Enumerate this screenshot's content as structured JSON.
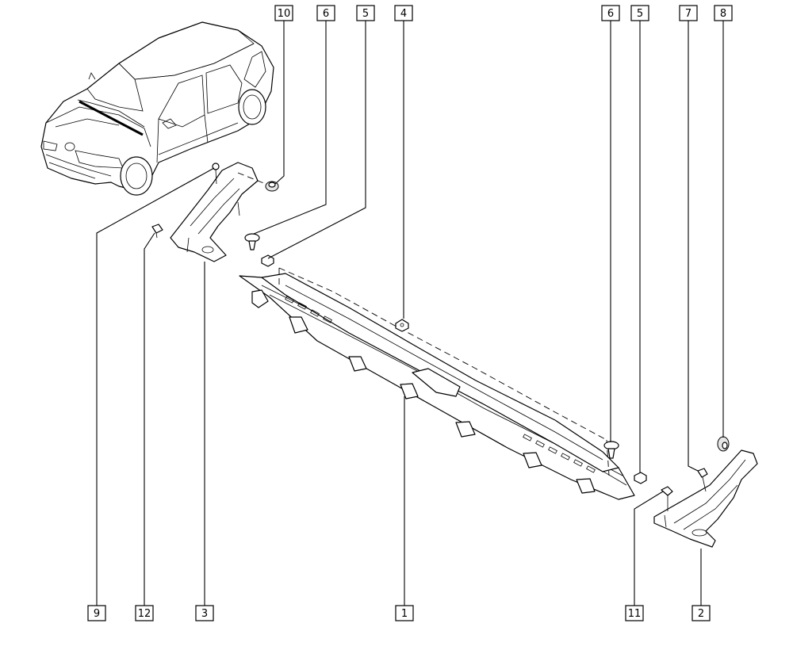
{
  "callouts": {
    "c10_top": "10",
    "c6_top_left": "6",
    "c5_top_left": "5",
    "c4_top": "4",
    "c6_top_right": "6",
    "c5_top_right": "5",
    "c7_top": "7",
    "c8_top": "8",
    "c9_bottom": "9",
    "c12_bottom": "12",
    "c3_bottom": "3",
    "c1_bottom": "1",
    "c11_bottom": "11",
    "c2_bottom": "2"
  }
}
